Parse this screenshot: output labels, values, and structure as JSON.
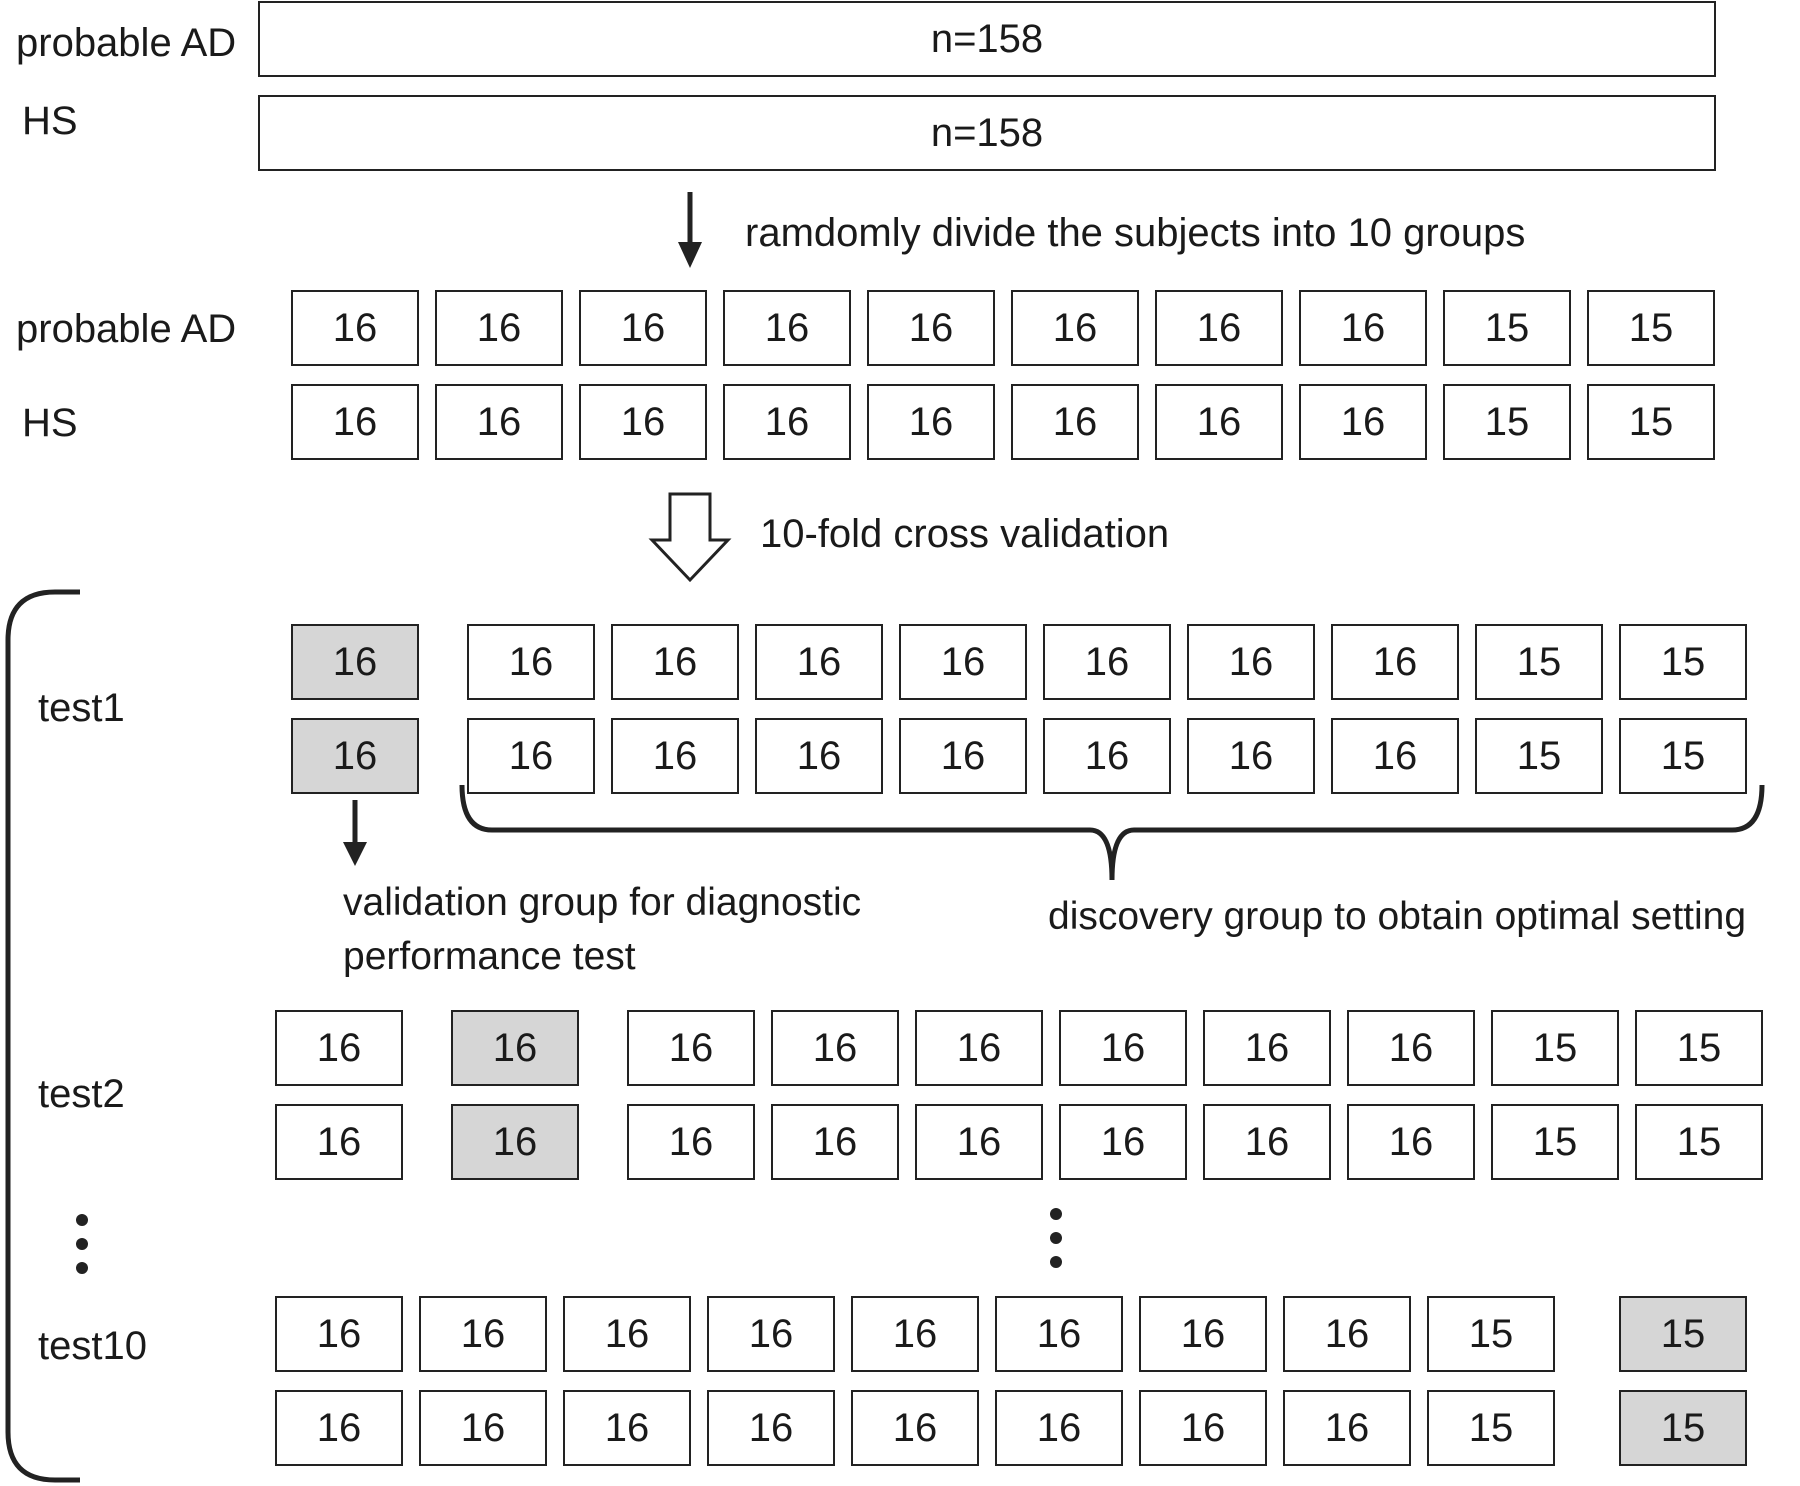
{
  "overview": {
    "rows": [
      {
        "label": "probable AD",
        "total": "n=158"
      },
      {
        "label": "HS",
        "total": "n=158"
      }
    ]
  },
  "steps": {
    "divide": "ramdomly divide the subjects into 10 groups",
    "cross_validation": "10-fold cross validation"
  },
  "groups": {
    "rows": [
      {
        "label": "probable AD",
        "counts": [
          "16",
          "16",
          "16",
          "16",
          "16",
          "16",
          "16",
          "16",
          "15",
          "15"
        ]
      },
      {
        "label": "HS",
        "counts": [
          "16",
          "16",
          "16",
          "16",
          "16",
          "16",
          "16",
          "16",
          "15",
          "15"
        ]
      }
    ]
  },
  "tests": [
    {
      "label": "test1",
      "validation_index": 0,
      "rows": [
        [
          "16",
          "16",
          "16",
          "16",
          "16",
          "16",
          "16",
          "16",
          "15",
          "15"
        ],
        [
          "16",
          "16",
          "16",
          "16",
          "16",
          "16",
          "16",
          "16",
          "15",
          "15"
        ]
      ]
    },
    {
      "label": "test2",
      "validation_index": 1,
      "rows": [
        [
          "16",
          "16",
          "16",
          "16",
          "16",
          "16",
          "16",
          "16",
          "15",
          "15"
        ],
        [
          "16",
          "16",
          "16",
          "16",
          "16",
          "16",
          "16",
          "16",
          "15",
          "15"
        ]
      ]
    },
    {
      "label": "test10",
      "validation_index": 9,
      "rows": [
        [
          "16",
          "16",
          "16",
          "16",
          "16",
          "16",
          "16",
          "16",
          "15",
          "15"
        ],
        [
          "16",
          "16",
          "16",
          "16",
          "16",
          "16",
          "16",
          "16",
          "15",
          "15"
        ]
      ]
    }
  ],
  "annotations": {
    "validation_line1": "validation group for diagnostic",
    "validation_line2": "performance test",
    "discovery": "discovery group to obtain optimal setting"
  },
  "colors": {
    "validation_fill": "#d6d6d6",
    "box_fill": "#ffffff",
    "stroke": "#222222"
  }
}
